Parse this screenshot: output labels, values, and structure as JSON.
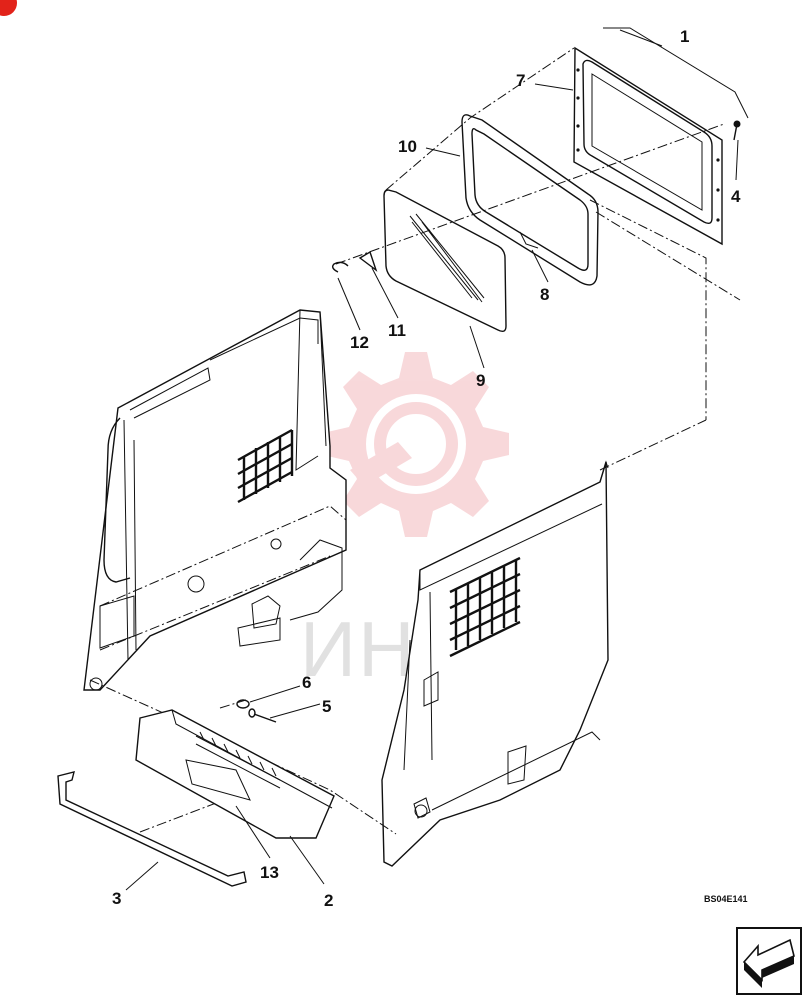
{
  "drawing_code": "BS04E141",
  "callouts": [
    {
      "id": "1",
      "text": "1"
    },
    {
      "id": "2",
      "text": "2"
    },
    {
      "id": "3",
      "text": "3"
    },
    {
      "id": "4",
      "text": "4"
    },
    {
      "id": "5",
      "text": "5"
    },
    {
      "id": "6",
      "text": "6"
    },
    {
      "id": "7",
      "text": "7"
    },
    {
      "id": "8",
      "text": "8"
    },
    {
      "id": "9",
      "text": "9"
    },
    {
      "id": "10",
      "text": "10"
    },
    {
      "id": "11",
      "text": "11"
    },
    {
      "id": "12",
      "text": "12"
    },
    {
      "id": "13",
      "text": "13"
    }
  ],
  "watermark": {
    "text": "ИНТЕХ",
    "color": "#f3b9bd"
  },
  "colors": {
    "accent": "#e2231a",
    "line": "#111111"
  },
  "icons": {
    "corner_badge": "corner-badge-icon",
    "nav_arrow": "next-page-arrow-icon"
  }
}
